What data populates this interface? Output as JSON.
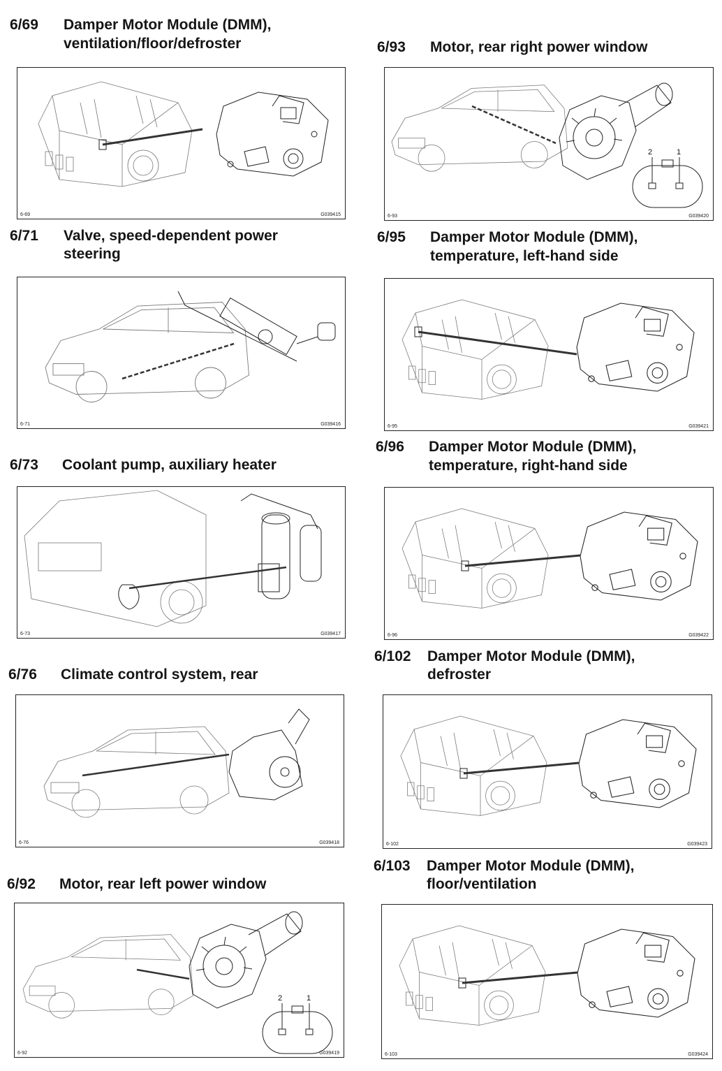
{
  "entries": [
    {
      "id": "e1",
      "number": "6/69",
      "title": [
        "Damper Motor Module (DMM),",
        "ventilation/floor/defroster"
      ],
      "ref_left": "6-69",
      "ref_right": "G039415",
      "art": "dmm"
    },
    {
      "id": "e2",
      "number": "6/93",
      "title": [
        "Motor, rear right power window"
      ],
      "ref_left": "6-93",
      "ref_right": "G039420",
      "art": "window"
    },
    {
      "id": "e3",
      "number": "6/71",
      "title": [
        "Valve, speed-dependent power",
        "steering"
      ],
      "ref_left": "6-71",
      "ref_right": "G039416",
      "art": "steering"
    },
    {
      "id": "e4",
      "number": "6/95",
      "title": [
        "Damper Motor Module (DMM),",
        "temperature, left-hand side"
      ],
      "ref_left": "6-95",
      "ref_right": "G039421",
      "art": "dmm"
    },
    {
      "id": "e5",
      "number": "6/73",
      "title": [
        "Coolant pump, auxiliary heater"
      ],
      "ref_left": "6-73",
      "ref_right": "G039417",
      "art": "pump"
    },
    {
      "id": "e6",
      "number": "6/96",
      "title": [
        "Damper Motor Module (DMM),",
        "temperature, right-hand side"
      ],
      "ref_left": "6-96",
      "ref_right": "G039422",
      "art": "dmm"
    },
    {
      "id": "e7",
      "number": "6/76",
      "title": [
        "Climate control system, rear"
      ],
      "ref_left": "6-76",
      "ref_right": "G039418",
      "art": "climate"
    },
    {
      "id": "e8",
      "number": "6/102",
      "title": [
        "Damper Motor Module (DMM),",
        "defroster"
      ],
      "ref_left": "6-102",
      "ref_right": "G039423",
      "art": "dmm"
    },
    {
      "id": "e9",
      "number": "6/92",
      "title": [
        "Motor, rear left power window"
      ],
      "ref_left": "6-92",
      "ref_right": "G039419",
      "art": "window"
    },
    {
      "id": "e10",
      "number": "6/103",
      "title": [
        "Damper Motor Module (DMM),",
        "floor/ventilation"
      ],
      "ref_left": "6-103",
      "ref_right": "G039424",
      "art": "dmm"
    }
  ],
  "connector_pins": [
    "2",
    "1"
  ]
}
